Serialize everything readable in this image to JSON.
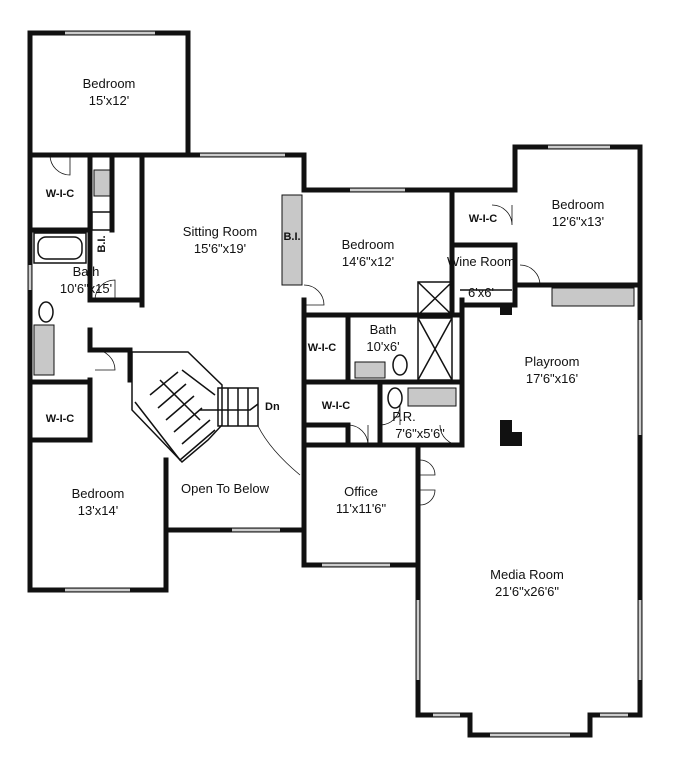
{
  "rooms": [
    {
      "id": "bedroom-1",
      "name": "Bedroom",
      "dim": "15'x12'"
    },
    {
      "id": "sitting-room",
      "name": "Sitting Room",
      "dim": "15'6\"x19'"
    },
    {
      "id": "bedroom-2",
      "name": "Bedroom",
      "dim": "14'6\"x12'"
    },
    {
      "id": "bedroom-3",
      "name": "Bedroom",
      "dim": "12'6\"x13'"
    },
    {
      "id": "wine-room",
      "name": "Wine Room",
      "dim": "6'x6'"
    },
    {
      "id": "bath-1",
      "name": "Bath",
      "dim": "10'6\"x15'"
    },
    {
      "id": "bath-2",
      "name": "Bath",
      "dim": "10'x6'"
    },
    {
      "id": "playroom",
      "name": "Playroom",
      "dim": "17'6\"x16'"
    },
    {
      "id": "powder-room",
      "name": "P.R.",
      "dim": "7'6\"x5'6\""
    },
    {
      "id": "bedroom-4",
      "name": "Bedroom",
      "dim": "13'x14'"
    },
    {
      "id": "open-below",
      "name": "Open To Below",
      "dim": ""
    },
    {
      "id": "office",
      "name": "Office",
      "dim": "11'x11'6\""
    },
    {
      "id": "media-room",
      "name": "Media Room",
      "dim": "21'6\"x26'6\""
    }
  ],
  "labels": {
    "wic": "W-I-C",
    "bi": "B.I.",
    "dn": "Dn"
  }
}
